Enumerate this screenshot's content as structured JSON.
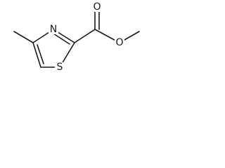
{
  "molecule": {
    "atoms": {
      "ring_nitrogen": "N",
      "ring_sulfur": "S",
      "carbonyl_oxygen": "O",
      "ester_oxygen": "O"
    },
    "colors": {
      "ink": "#1a1a1a",
      "background": "#ffffff"
    }
  }
}
